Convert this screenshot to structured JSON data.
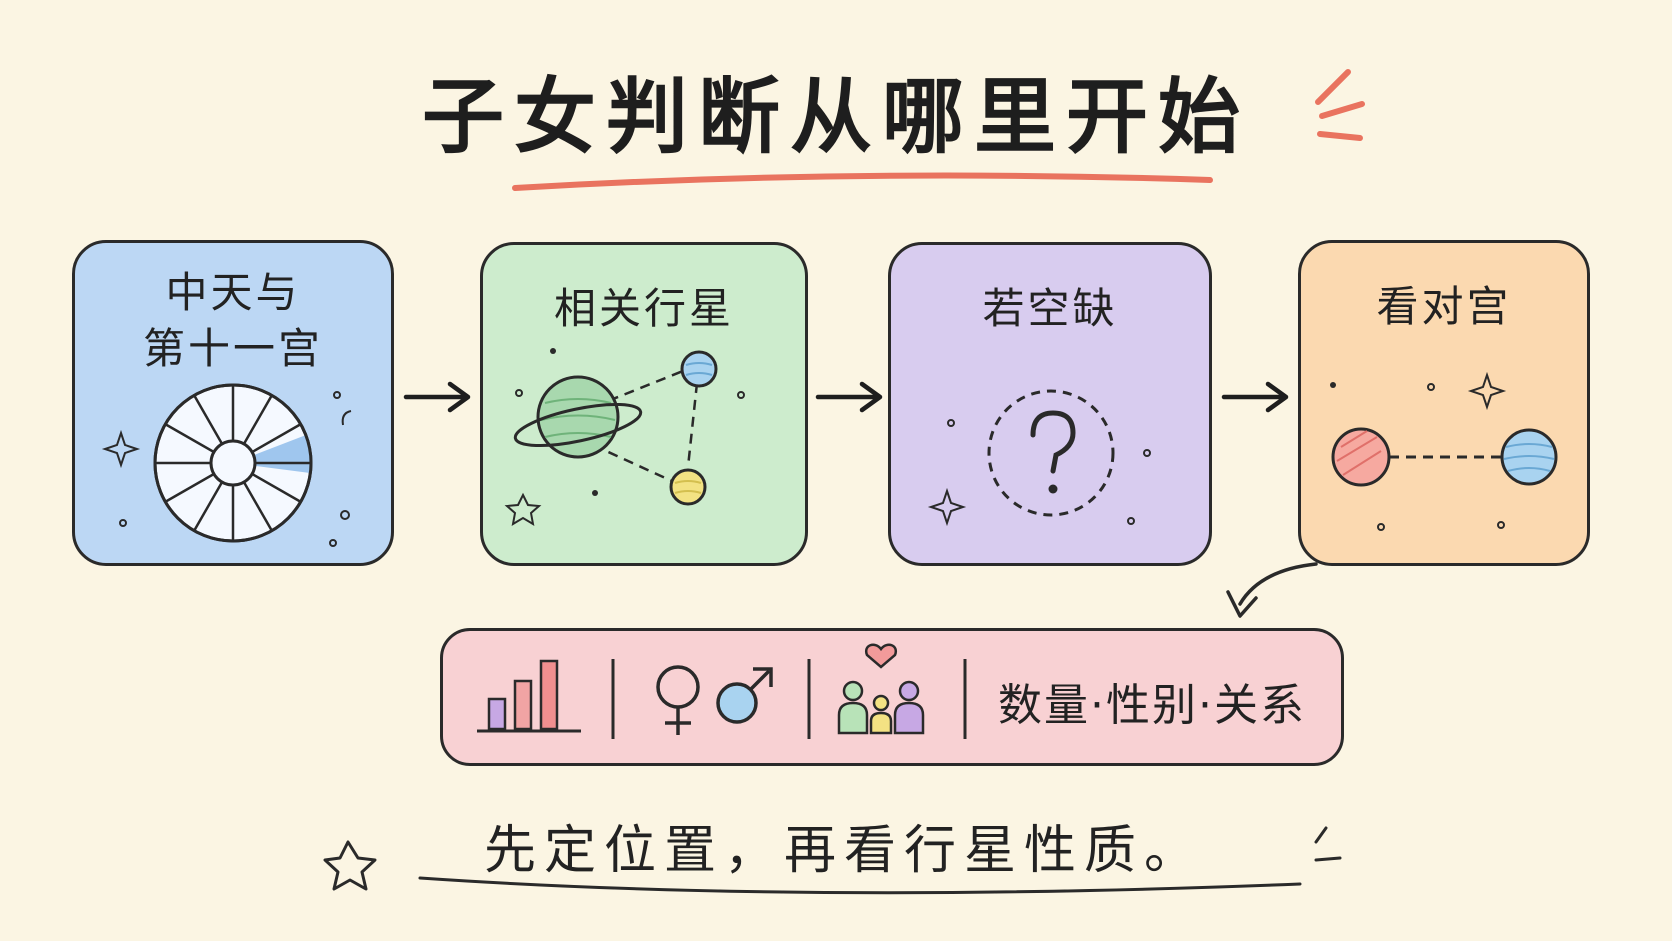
{
  "title": "子女判断从哪里开始",
  "steps": [
    {
      "label_line1": "中天与",
      "label_line2": "第十一宫",
      "icon": "house-wheel-icon"
    },
    {
      "label": "相关行星",
      "icon": "planets-icon"
    },
    {
      "label": "若空缺",
      "icon": "question-circle-icon"
    },
    {
      "label": "看对宫",
      "icon": "opposition-icon"
    }
  ],
  "summary": {
    "text": "数量·性别·关系",
    "icons": [
      "bar-chart-icon",
      "gender-icon",
      "family-icon"
    ]
  },
  "footer": "先定位置，再看行星性质。",
  "colors": {
    "background": "#fbf5e3",
    "accent": "#e9735f",
    "card_blue": "#bcd7f4",
    "card_green": "#cdeccd",
    "card_purple": "#d8ccef",
    "card_orange": "#fbd9b0",
    "summary_pink": "#f8d1d3"
  }
}
